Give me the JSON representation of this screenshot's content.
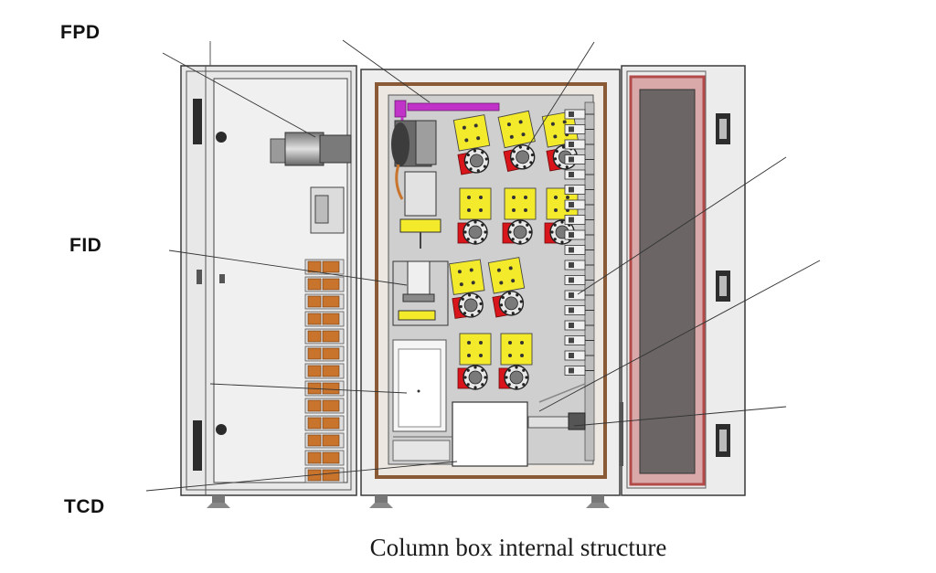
{
  "labels": {
    "fpd": "FPD",
    "fid": "FID",
    "tcd": "TCD"
  },
  "caption": "Column box internal structure",
  "colors": {
    "panel": "#e6e6e6",
    "frame": "#8a5a36",
    "inner": "#c9c9c9",
    "yellow": "#f2ea2a",
    "red": "#d8151b",
    "orange": "#c8742c",
    "magenta": "#c032c8",
    "seal": "#b24a4a",
    "window": "#6b6565",
    "outline": "#3a3a3a"
  }
}
